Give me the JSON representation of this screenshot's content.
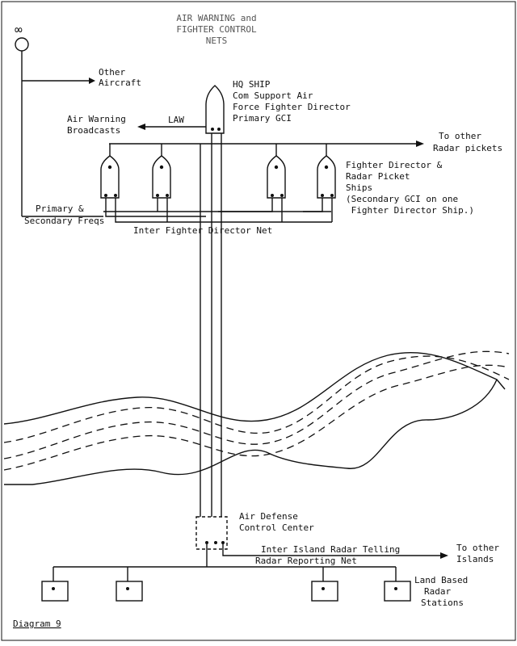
{
  "title": {
    "line1": "AIR WARNING and",
    "line2": "FIGHTER CONTROL",
    "line3": "NETS"
  },
  "labels": {
    "infinity": "∞",
    "other_aircraft": [
      "Other",
      "Aircraft"
    ],
    "hq_ship": [
      "HQ SHIP",
      "Com Support Air",
      "Force Fighter Director",
      "Primary GCI"
    ],
    "law": "LAW",
    "air_warning": [
      "Air Warning",
      "Broadcasts"
    ],
    "to_other_pickets": [
      "To other",
      "Radar pickets"
    ],
    "fighter_director_ships": [
      "Fighter Director &",
      "Radar Picket",
      "Ships",
      "(Secondary GCI on one",
      " Fighter Director Ship.)"
    ],
    "primary_freqs": [
      "Primary &",
      "Secondary Freqs"
    ],
    "inter_fd_net": "Inter Fighter Director Net",
    "adcc": [
      "Air Defense",
      "Control Center"
    ],
    "inter_island": "Inter Island Radar Telling",
    "to_other_islands": [
      "To other",
      "Islands"
    ],
    "radar_reporting": "Radar Reporting Net",
    "land_based": [
      "Land Based",
      "Radar",
      "Stations"
    ],
    "diagram_label": "Diagram 9"
  }
}
